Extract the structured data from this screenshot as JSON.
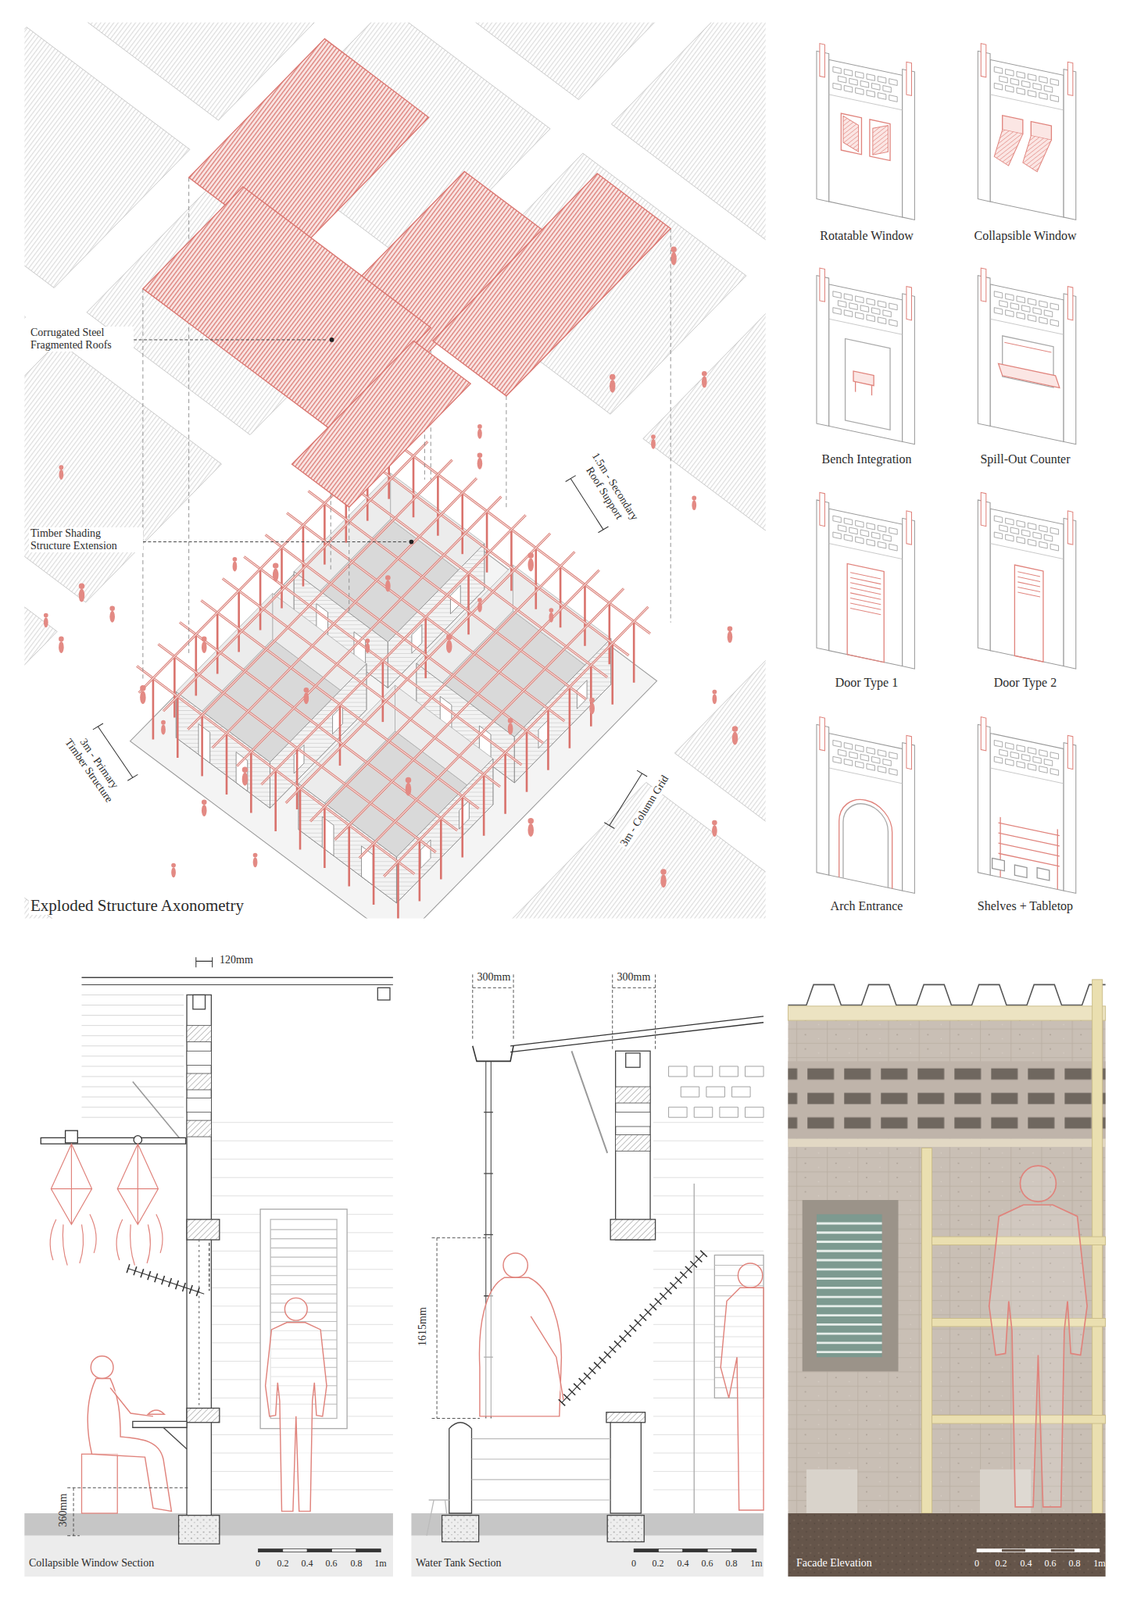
{
  "diagram": {
    "labels": [
      "Corrugated Steel Fragmented Roofs",
      "Timber Shading Structure Extension",
      "1.5m - Secondary Roof Support",
      "3m - Primary Timber Structure",
      "3m - Column Grid",
      "Exploded Structure Axonometry",
      "Rotatable Window",
      "Collapsible Window",
      "Bench Integration",
      "Spill-Out Counter",
      "Door Type 1",
      "Door Type 2",
      "Arch Entrance",
      "Shelves + Tabletop",
      "120mm",
      "360mm",
      "Collapsible Window Section",
      "0",
      "0.2",
      "0.4",
      "0.6",
      "0.8",
      "1m",
      "300mm",
      "300mm",
      "1615mm",
      "Water Tank Section",
      "0",
      "0.2",
      "0.4",
      "0.6",
      "0.8",
      "1m",
      "Facade Elevation",
      "0",
      "0.2",
      "0.4",
      "0.6",
      "0.8",
      "1m"
    ]
  }
}
